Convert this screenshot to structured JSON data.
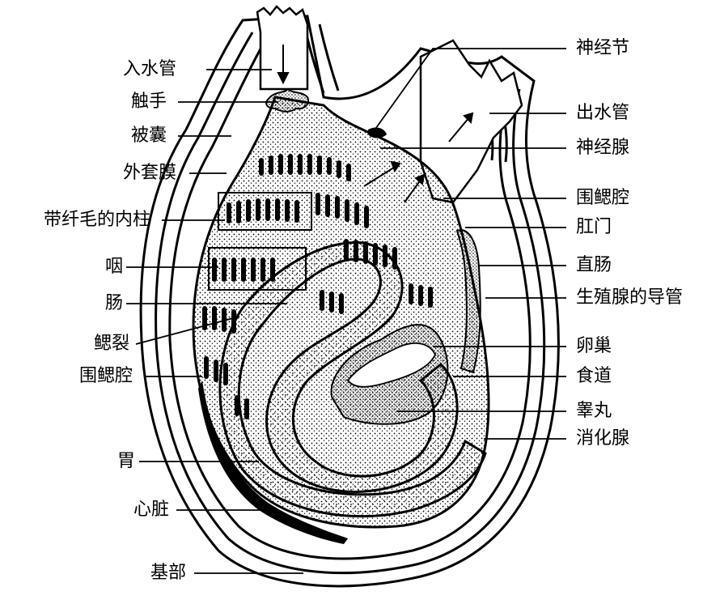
{
  "diagram": {
    "labels_left": [
      {
        "id": "inflow_siphon",
        "text": "入水管"
      },
      {
        "id": "tentacles",
        "text": "触手"
      },
      {
        "id": "tunic",
        "text": "被囊"
      },
      {
        "id": "mantle",
        "text": "外套膜"
      },
      {
        "id": "ciliated_column",
        "text": "带纤毛的内柱"
      },
      {
        "id": "pharynx",
        "text": "咽"
      },
      {
        "id": "intestine",
        "text": "肠"
      },
      {
        "id": "gill_slits",
        "text": "鳃裂"
      },
      {
        "id": "atrium_left",
        "text": "围鳃腔"
      },
      {
        "id": "stomach",
        "text": "胃"
      },
      {
        "id": "heart",
        "text": "心脏"
      },
      {
        "id": "base",
        "text": "基部"
      }
    ],
    "labels_right": [
      {
        "id": "ganglion",
        "text": "神经节"
      },
      {
        "id": "outflow_siphon",
        "text": "出水管"
      },
      {
        "id": "neural_gland",
        "text": "神经腺"
      },
      {
        "id": "atrium_right",
        "text": "围鳃腔"
      },
      {
        "id": "anus",
        "text": "肛门"
      },
      {
        "id": "rectum",
        "text": "直肠"
      },
      {
        "id": "gonoduct",
        "text": "生殖腺的导管"
      },
      {
        "id": "ovary",
        "text": "卵巢"
      },
      {
        "id": "esophagus",
        "text": "食道"
      },
      {
        "id": "testis",
        "text": "睾丸"
      },
      {
        "id": "digestive_gland",
        "text": "消化腺"
      }
    ]
  }
}
